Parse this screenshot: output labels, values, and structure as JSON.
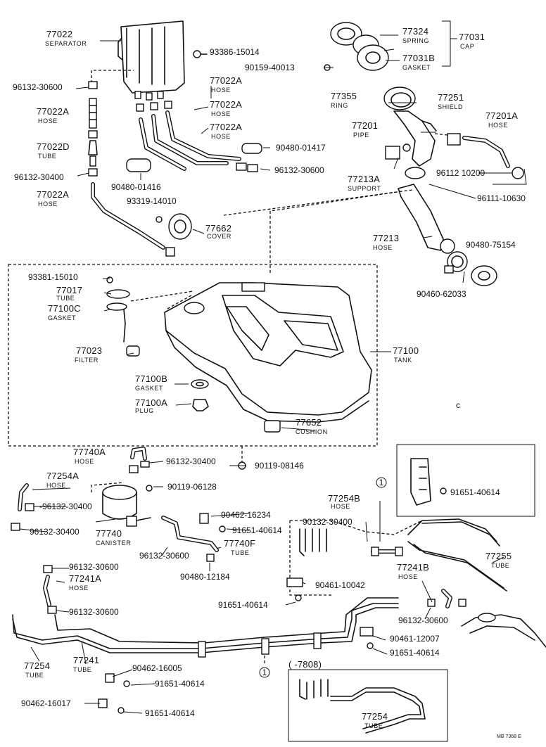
{
  "labels": {
    "p77022": "77022",
    "n77022": "SEPARATOR",
    "p93386": "93386-15014",
    "p96132_a": "96132-30600",
    "p77022A_1": "77022A",
    "n77022A_1": "HOSE",
    "p77022D": "77022D",
    "n77022D": "TUBE",
    "p96132_b": "96132-30400",
    "p77022A_2": "77022A",
    "n77022A_2": "HOSE",
    "p77022A_3": "77022A",
    "n77022A_3": "HOSE",
    "p77022A_4": "77022A",
    "n77022A_4": "HOSE",
    "p77022A_5": "77022A",
    "n77022A_5": "HOSE",
    "p90480_01417": "90480-01417",
    "p96132_c": "96132-30600",
    "p90480_01416": "90480-01416",
    "p93319": "93319-14010",
    "p77662": "77662",
    "n77662": "COVER",
    "p77324": "77324",
    "n77324": "SPRING",
    "p77031": "77031",
    "n77031": "CAP",
    "p90159": "90159-40013",
    "p77031B": "77031B",
    "n77031B": "GASKET",
    "p77355": "77355",
    "n77355": "RING",
    "p77251": "77251",
    "n77251": "SHIELD",
    "p77201A": "77201A",
    "n77201A": "HOSE",
    "p77201": "77201",
    "n77201": "PIPE",
    "p77213A": "77213A",
    "n77213A": "SUPPORT",
    "p96112": "96112 10200",
    "p96111": "96111-10630",
    "p77213": "77213",
    "n77213": "HOSE",
    "p90480_75154": "90480-75154",
    "p90460_62033": "90460-62033",
    "p93381": "93381-15010",
    "p77017": "77017",
    "n77017": "TUBE",
    "p77100C": "77100C",
    "n77100C": "GASKET",
    "p77023": "77023",
    "n77023": "FILTER",
    "p77100": "77100",
    "n77100": "TANK",
    "p77100B": "77100B",
    "n77100B": "GASKET",
    "p77100A": "77100A",
    "n77100A": "PLUG",
    "p77652": "77652",
    "n77652": "CUSHION",
    "p77740A": "77740A",
    "n77740A": "HOSE",
    "p96132_d": "96132-30400",
    "p90119_08146": "90119-08146",
    "p77254A": "77254A",
    "n77254A": "HOSE",
    "p90119_06128": "90119-06128",
    "p96132_e": "-96132-30400",
    "p96132_f": "96132-30400",
    "p77740": "77740",
    "n77740": "CANISTER",
    "p90462_16234": "90462-16234",
    "p91651_a": "91651-40614",
    "p77740F": "77740F",
    "n77740F": "TUBE",
    "p96132_g": "96132-30600",
    "p90480_12184": "90480-12184",
    "p96132_h": "96132-30600",
    "p77241A": "77241A",
    "n77241A": "HOSE",
    "p96132_i": "96132-30600",
    "circle1_a": "1",
    "p91651_b": "91651-40614",
    "p77254B": "77254B",
    "n77254B": "HOSE",
    "p90132": "90132-30400",
    "p77255": "77255",
    "n77255": "TUBE",
    "p77241B": "77241B",
    "n77241B": "HOSE",
    "p90461_10042": "90461-10042",
    "p91651_c": "91651-40614",
    "p96132_j": "96132-30600",
    "p90461_12007": "90461-12007",
    "p91651_d": "91651-40614",
    "p77254": "77254",
    "n77254": "TUBE",
    "p77241": "77241",
    "n77241": "TUBE",
    "circle1_b": "1",
    "p90462_16005": "90462-16005",
    "p91651_e": "91651-40614",
    "p90462_16017": "90462-16017",
    "p91651_f": "91651-40614",
    "inset_range": "(      -7808)",
    "p77254_inset": "77254",
    "n77254_inset": "TUBE",
    "code": "MB 7368 E",
    "stray_c": "c"
  }
}
